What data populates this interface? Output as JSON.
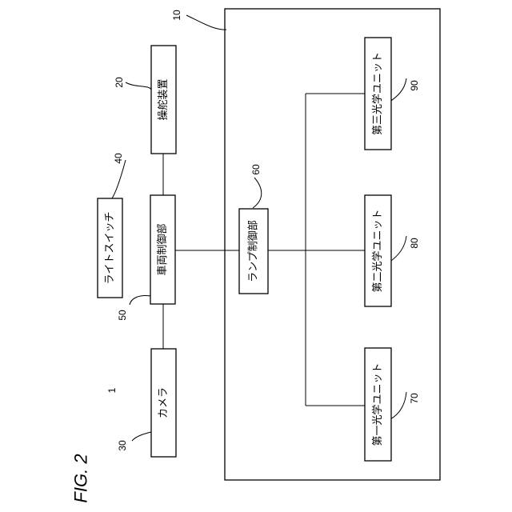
{
  "figure": {
    "title": "FIG. 2"
  },
  "system": {
    "ref": "1"
  },
  "lamp_device": {
    "ref": "10"
  },
  "blocks": {
    "steering": {
      "label": "操舵装置",
      "ref": "20"
    },
    "light_switch": {
      "label": "ライトスイッチ",
      "ref": "40"
    },
    "vehicle_control": {
      "label": "車両制御部",
      "ref": "50"
    },
    "camera": {
      "label": "カメラ",
      "ref": "30"
    },
    "lamp_control": {
      "label": "ランプ制御部",
      "ref": "60"
    },
    "optical_unit_1": {
      "label": "第一光学ユニット",
      "ref": "70"
    },
    "optical_unit_2": {
      "label": "第二光学ユニット",
      "ref": "80"
    },
    "optical_unit_3": {
      "label": "第三光学ユニット",
      "ref": "90"
    }
  }
}
